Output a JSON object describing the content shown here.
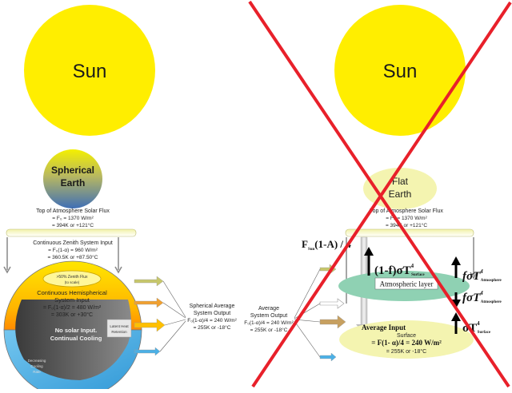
{
  "left": {
    "sun_label": "Sun",
    "earth_label_1": "Spherical",
    "earth_label_2": "Earth",
    "toa_title": "Top of Atmosphere Solar Flux",
    "toa_line1": "= F₀ = 1370 W/m²",
    "toa_line2": "= 394K or +121°C",
    "zenith_title": "Continuous Zenith System Input",
    "zenith_line1": "= F₀(1-α) = 960 W/m²",
    "zenith_line2": "= 360.5K or +87.50°C",
    "zenith_flux_1": ">50% Zenith Flux",
    "zenith_flux_2": "(to scale)",
    "hemi_1": "Continuous Hemispherical",
    "hemi_2": "System Input",
    "hemi_3": "= F₀(1-α)/2 = 480 W/m²",
    "hemi_4": "= 303K or +30°C",
    "no_solar_1": "No solar Input.",
    "no_solar_2": "Continual Cooling",
    "latent_1": "Latent Heat",
    "latent_2": "Retention",
    "decreasing_1": "Decreasing",
    "decreasing_2": "Cooling",
    "decreasing_3": "Rate",
    "output_1": "Spherical Average",
    "output_2": "System Output",
    "output_3": "F₀(1-α)/4 = 240 W/m²",
    "output_4": "= 255K or -18°C"
  },
  "right": {
    "sun_label": "Sun",
    "earth_label_1": "Flat",
    "earth_label_2": "Earth",
    "toa_title": "Top of Atmosphere Solar Flux",
    "toa_line1": "= F₀ = 1370 W/m²",
    "toa_line2": "= 394K or +121°C",
    "fs_formula": "F",
    "fs_sub": "Sun",
    "fs_rest": "(1-A) / 4",
    "up_flux": "(1-f)σT",
    "up_sub": "Surface",
    "atm_layer": "Atmospheric layer",
    "f_sigma": "fσT",
    "atm_sub": "Atmosphere",
    "sigma_t": "σT",
    "surf_sub": "Surface",
    "avg_input": "Average Input",
    "surface_label": "Surface",
    "surf_eq": "= F(1- α)/4 = 240 W/m²",
    "surf_temp": "= 255K or -18°C",
    "avg_out_1": "Average",
    "avg_out_2": "System Output",
    "avg_out_3": "F₀(1-α)/4 = 240 W/m²",
    "avg_out_4": "= 255K or -18°C",
    "exp4": "4"
  },
  "colors": {
    "sun": "#ffee00",
    "cross": "#e8202a",
    "flat_earth": "#f4f4b0",
    "atm_layer": "#8fd1b3",
    "cooling": "#595959",
    "hemi_top": "#ffe200",
    "hemi_bottom": "#ff8c00",
    "cooling_edge": "#4bb0e6"
  }
}
